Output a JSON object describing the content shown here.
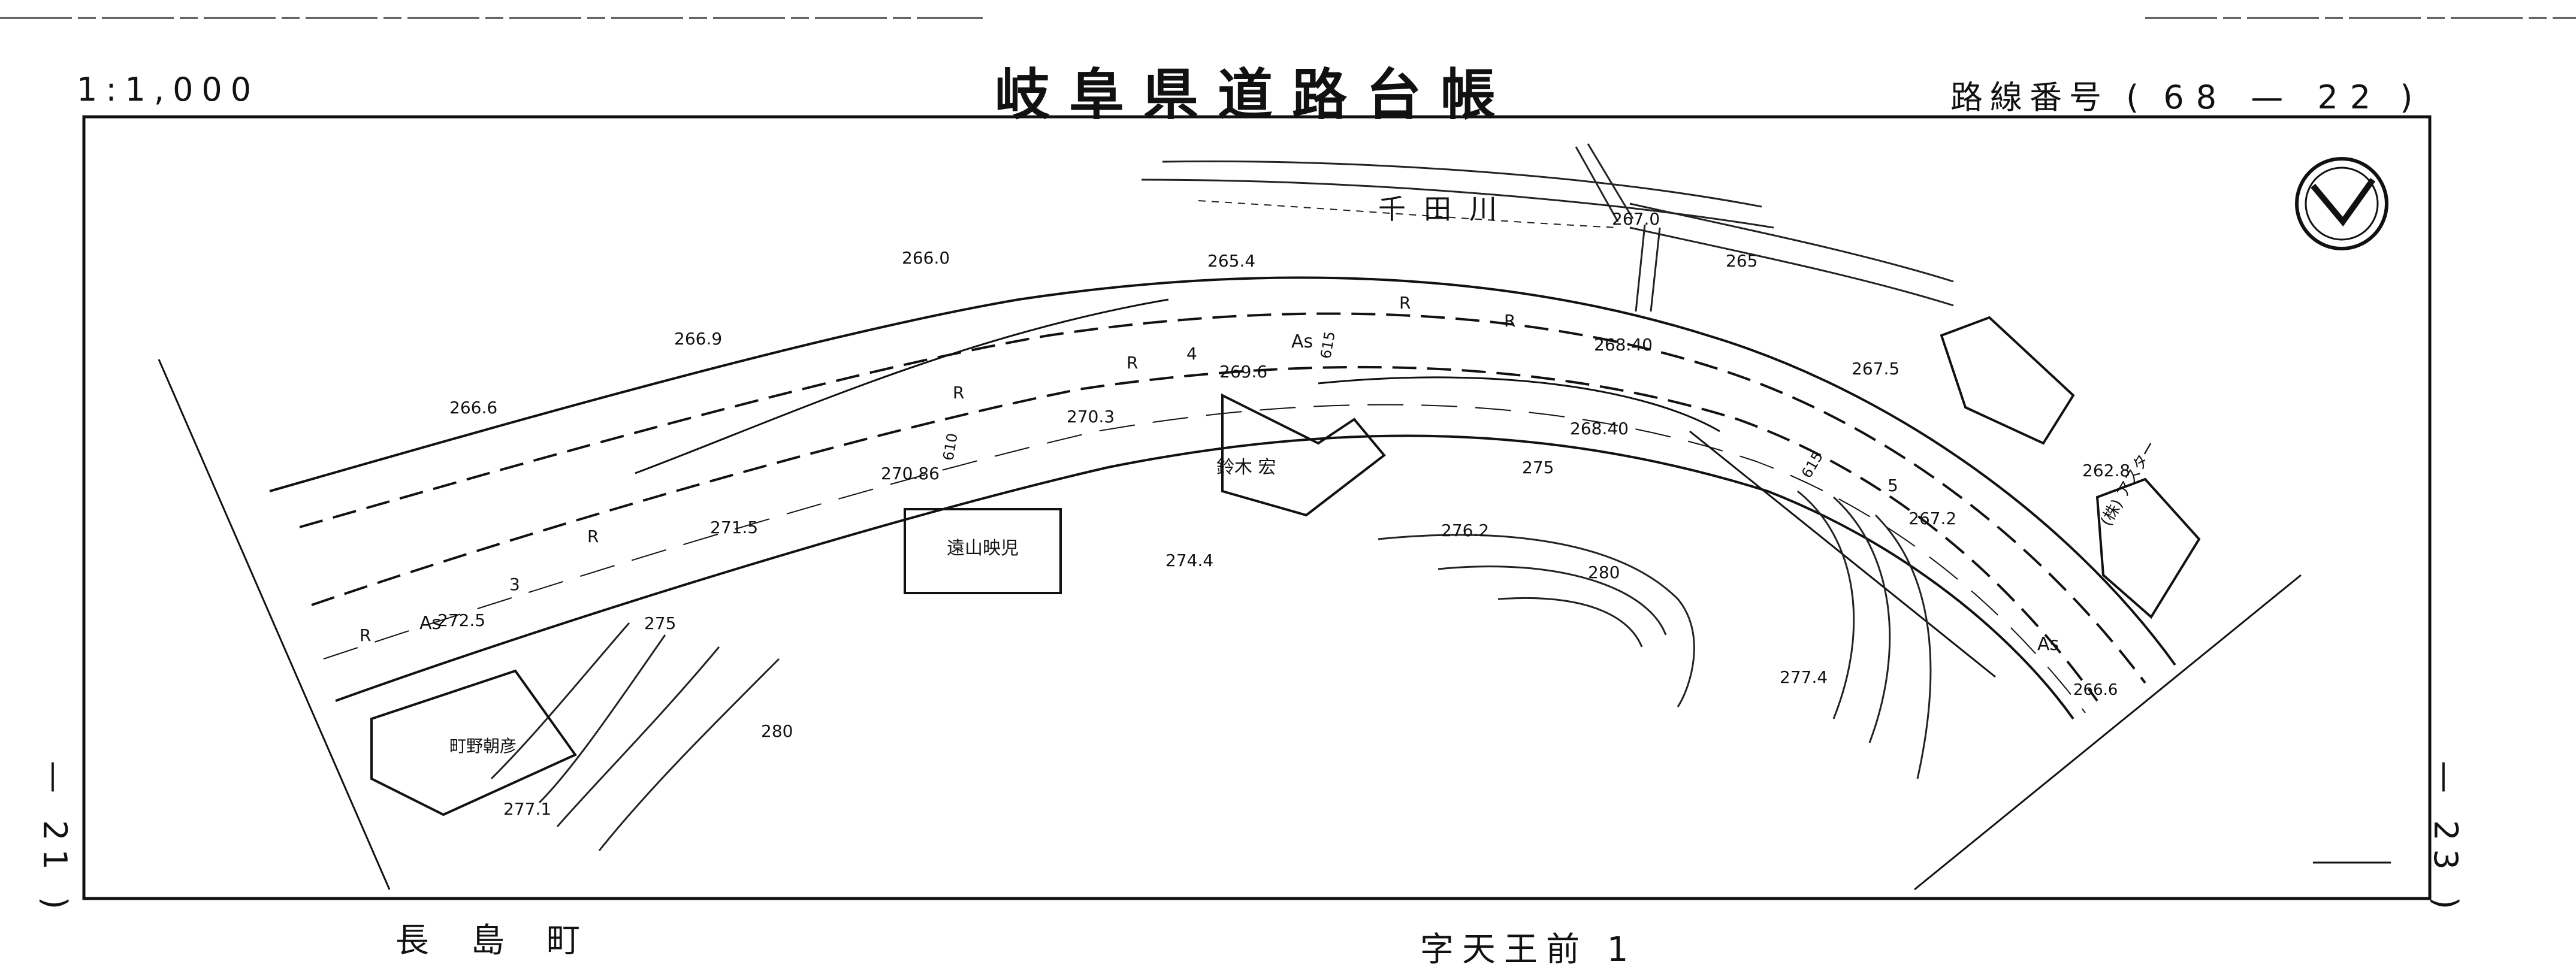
{
  "header": {
    "scale": "1:1,000",
    "title": "岐阜県道路台帳",
    "route_label": "路線番号 (",
    "route_number": "68 — 22",
    "route_close": ")"
  },
  "sheet": {
    "left_page": "— 21 )",
    "right_page": "— 23 )"
  },
  "footer": {
    "town": "長島町",
    "aza": "字天王前 1"
  },
  "map": {
    "river_name": "千田川",
    "owners": [
      "鈴木 宏",
      "遠山映児",
      "町野朝彦",
      "(株) アスター"
    ],
    "spot_heights": [
      "266.0",
      "265.4",
      "266.9",
      "266.6",
      "270.3",
      "270.86",
      "271.5",
      "272.5",
      "269.6",
      "268.40",
      "268.40",
      "267.0",
      "267.5",
      "262.8",
      "267.2",
      "266.6",
      "274.4",
      "276.2",
      "277.4",
      "277.1"
    ],
    "contours": [
      "265",
      "275",
      "275",
      "280",
      "280"
    ],
    "pavement": [
      "As",
      "As",
      "As"
    ],
    "road_width": [
      "615",
      "615",
      "610"
    ],
    "road_marks": [
      "R",
      "R",
      "R",
      "R",
      "R",
      "R",
      "3",
      "4",
      "5"
    ],
    "north_arrow": "north-arrow-icon"
  }
}
